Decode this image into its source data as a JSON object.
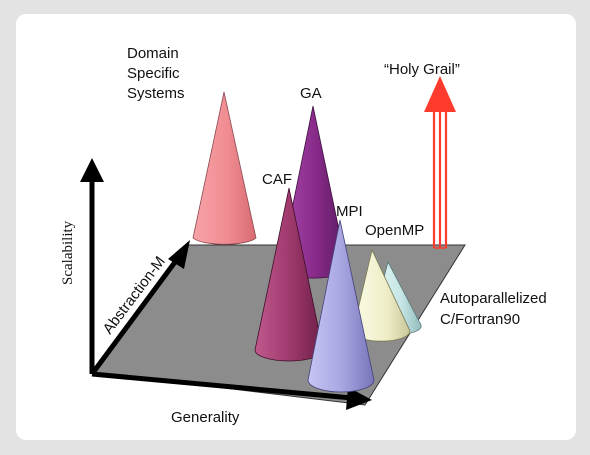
{
  "diagram": {
    "axes": {
      "vertical": "Scalability",
      "depth": "Abstraction-M",
      "horizontal": "Generality"
    },
    "cones": {
      "domain_specific": [
        "Domain",
        "Specific",
        "Systems"
      ],
      "ga": "GA",
      "caf": "CAF",
      "mpi": "MPI",
      "openmp": "OpenMP",
      "autoparallelized": [
        "Autoparallelized",
        "C/Fortran90"
      ]
    },
    "holy_grail": "“Holy Grail”"
  },
  "colors": {
    "plane": "#8c8c8c",
    "domain_specific": "#f08c92",
    "ga": "#8a2c8c",
    "caf": "#a03a6e",
    "mpi": "#a9a7e2",
    "openmp": "#eeedc6",
    "autoparallelized": "#c7e6e6",
    "arrow": "#ff3b2e"
  }
}
